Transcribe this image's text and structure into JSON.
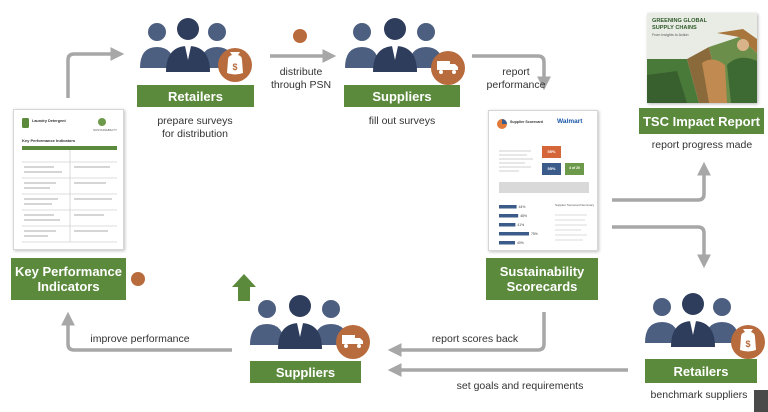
{
  "nodes": {
    "retailers_top": "Retailers",
    "suppliers_top": "Suppliers",
    "tsc_report": "TSC Impact Report",
    "kpi": "Key Performance Indicators",
    "scorecards": "Sustainability Scorecards",
    "suppliers_bottom": "Suppliers",
    "retailers_bottom": "Retailers"
  },
  "captions": {
    "prepare": "prepare surveys for distribution",
    "distribute": "distribute through PSN",
    "fill_out": "fill out surveys",
    "report_perf": "report performance",
    "report_progress": "report progress made",
    "improve": "improve performance",
    "report_scores": "report scores back",
    "set_goals": "set goals and requirements",
    "benchmark": "benchmark suppliers"
  },
  "kpi_doc": {
    "org": "Laundry Detergent",
    "brand": "SUSTAINABILITY",
    "section": "Key Performance Indicators"
  },
  "scorecard_doc": {
    "title": "Supplier Scorecard",
    "brand": "Walmart",
    "box1": "55%",
    "box2": "55%",
    "box3": "4 of 20",
    "bars_title": "Supplier Scorecard Summary",
    "bars": [
      {
        "label": "44%",
        "value": 44
      },
      {
        "label": "48%",
        "value": 48
      },
      {
        "label": "41%",
        "value": 41
      },
      {
        "label": "75%",
        "value": 75
      },
      {
        "label": "40%",
        "value": 40
      }
    ]
  },
  "report_cover": {
    "title": "GREENING GLOBAL SUPPLY CHAINS",
    "subtitle": "From Insights to Action"
  },
  "colors": {
    "green": "#5c8a3c",
    "brown": "#b86b3c",
    "arrow": "#a7a7a7",
    "navy": "#2e3d5c",
    "slate": "#4d5f80",
    "bar": "#3b5b8a"
  },
  "icons": [
    "money-bag-icon",
    "delivery-truck-icon",
    "up-arrow-icon"
  ]
}
